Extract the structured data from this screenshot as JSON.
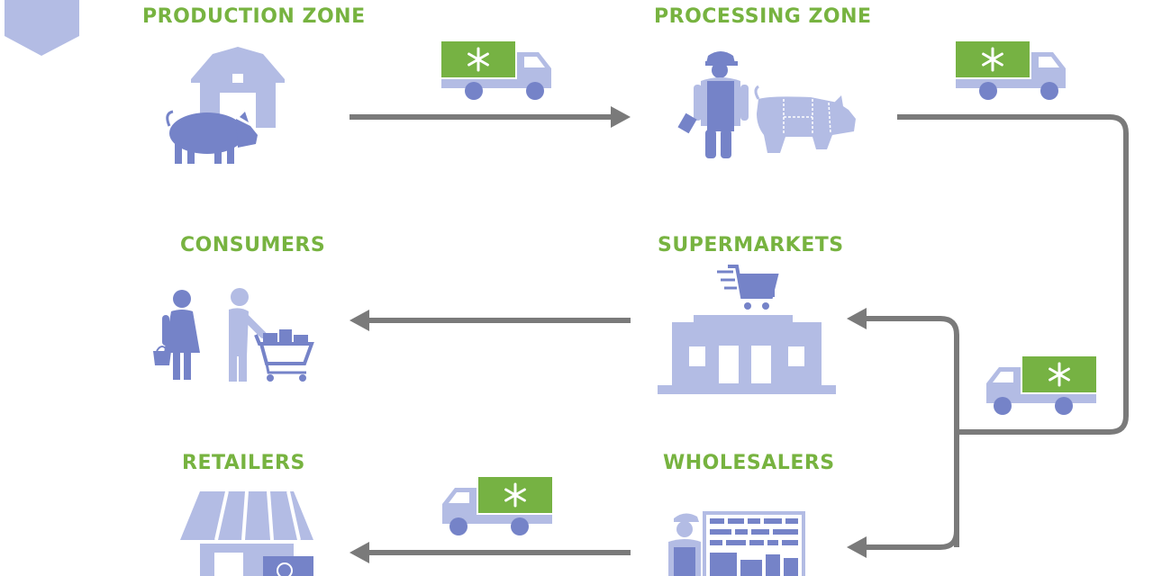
{
  "colors": {
    "label_green": "#77b340",
    "icon_dark": "#7583c8",
    "icon_light": "#b3bce4",
    "arrow_gray": "#7a7a7a",
    "truck_box_green": "#76b243",
    "snowflake": "#ffffff"
  },
  "zones": {
    "production": {
      "label": "PRODUCTION ZONE",
      "icons": [
        "barn-icon",
        "pig-icon"
      ]
    },
    "processing": {
      "label": "PROCESSING ZONE",
      "icons": [
        "butcher-icon",
        "pork-cuts-icon"
      ]
    },
    "consumers": {
      "label": "CONSUMERS",
      "icons": [
        "shopper-basket-icon",
        "shopper-cart-icon"
      ]
    },
    "supermarkets": {
      "label": "SUPERMARKETS",
      "icons": [
        "shopping-cart-icon",
        "supermarket-building-icon"
      ]
    },
    "retailers": {
      "label": "RETAILERS",
      "icons": [
        "shop-awning-icon"
      ]
    },
    "wholesalers": {
      "label": "WHOLESALERS",
      "icons": [
        "warehouse-worker-icon",
        "shelving-icon"
      ]
    }
  },
  "trucks": {
    "icon": "refrigerated-truck-icon",
    "cargo_icon": "snowflake-icon"
  }
}
